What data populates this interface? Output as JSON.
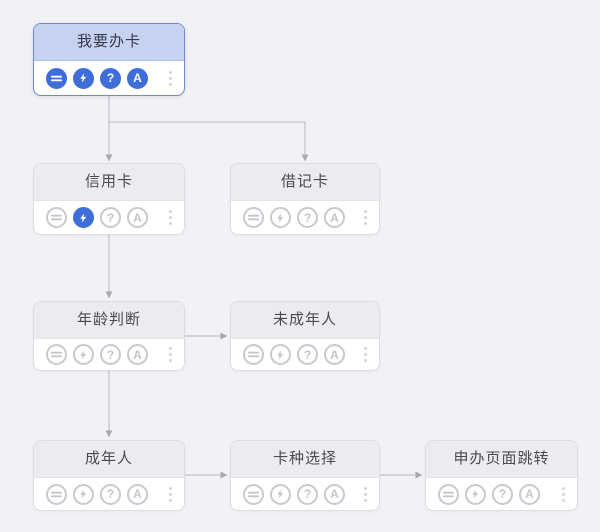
{
  "app": {
    "name": "card-application-flowchart"
  },
  "palette": {
    "canvas_bg": "#f2f2f6",
    "accent_blue": "#3f6ed8",
    "selected_border": "#7389c5",
    "selected_header_bg": "#c7d2f0",
    "node_header_bg": "#ececf0",
    "inactive_icon": "#c8c9ce",
    "connector": "#b5b6bc"
  },
  "icon_glyphs": {
    "help": "?",
    "annotation": "A",
    "more": "⋮"
  },
  "icon_names": [
    "list-icon",
    "lightning-icon",
    "help-icon",
    "annotation-icon",
    "more-options-icon"
  ],
  "nodes": [
    {
      "title": "我要办卡",
      "selected": true,
      "icons_active": [
        true,
        true,
        true,
        true
      ]
    },
    {
      "title": "信用卡",
      "selected": false,
      "icons_active": [
        false,
        true,
        false,
        false
      ]
    },
    {
      "title": "借记卡",
      "selected": false,
      "icons_active": [
        false,
        false,
        false,
        false
      ]
    },
    {
      "title": "年龄判断",
      "selected": false,
      "icons_active": [
        false,
        false,
        false,
        false
      ]
    },
    {
      "title": "未成年人",
      "selected": false,
      "icons_active": [
        false,
        false,
        false,
        false
      ]
    },
    {
      "title": "成年人",
      "selected": false,
      "icons_active": [
        false,
        false,
        false,
        false
      ]
    },
    {
      "title": "卡种选择",
      "selected": false,
      "icons_active": [
        false,
        false,
        false,
        false
      ]
    },
    {
      "title": "申办页面跳转",
      "selected": false,
      "icons_active": [
        false,
        false,
        false,
        false
      ]
    }
  ],
  "edges": [
    {
      "from": "我要办卡",
      "to": "信用卡"
    },
    {
      "from": "我要办卡",
      "to": "借记卡"
    },
    {
      "from": "信用卡",
      "to": "年龄判断"
    },
    {
      "from": "年龄判断",
      "to": "未成年人"
    },
    {
      "from": "年龄判断",
      "to": "成年人"
    },
    {
      "from": "成年人",
      "to": "卡种选择"
    },
    {
      "from": "卡种选择",
      "to": "申办页面跳转"
    }
  ]
}
